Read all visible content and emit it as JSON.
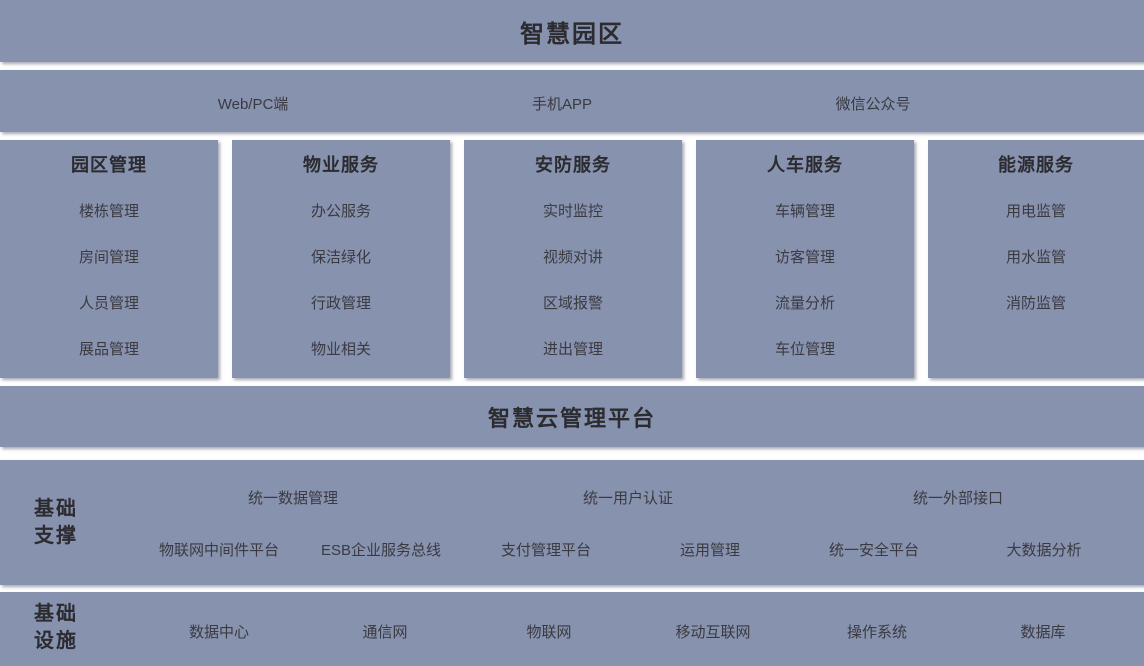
{
  "header": {
    "title": "智慧园区"
  },
  "channels": [
    "Web/PC端",
    "手机APP",
    "微信公众号"
  ],
  "service_columns": [
    {
      "title": "园区管理",
      "items": [
        "楼栋管理",
        "房间管理",
        "人员管理",
        "展品管理"
      ]
    },
    {
      "title": "物业服务",
      "items": [
        "办公服务",
        "保洁绿化",
        "行政管理",
        "物业相关"
      ]
    },
    {
      "title": "安防服务",
      "items": [
        "实时监控",
        "视频对讲",
        "区域报警",
        "进出管理"
      ]
    },
    {
      "title": "人车服务",
      "items": [
        "车辆管理",
        "访客管理",
        "流量分析",
        "车位管理"
      ]
    },
    {
      "title": "能源服务",
      "items": [
        "用电监管",
        "用水监管",
        "消防监管"
      ]
    }
  ],
  "platform": {
    "title": "智慧云管理平台"
  },
  "foundation_support": {
    "label_lines": [
      "基础",
      "支撑"
    ],
    "row1": [
      "统一数据管理",
      "统一用户认证",
      "统一外部接口"
    ],
    "row2": [
      "物联网中间件平台",
      "ESB企业服务总线",
      "支付管理平台",
      "运用管理",
      "统一安全平台",
      "大数据分析"
    ]
  },
  "infrastructure": {
    "label_lines": [
      "基础",
      "设施"
    ],
    "items": [
      "数据中心",
      "通信网",
      "物联网",
      "移动互联网",
      "操作系统",
      "数据库"
    ]
  },
  "colors": {
    "block_bg": "#8792AF",
    "text_dark": "#2B2B30",
    "text_item": "#3A3A40",
    "gap": "#FFFFFF"
  }
}
